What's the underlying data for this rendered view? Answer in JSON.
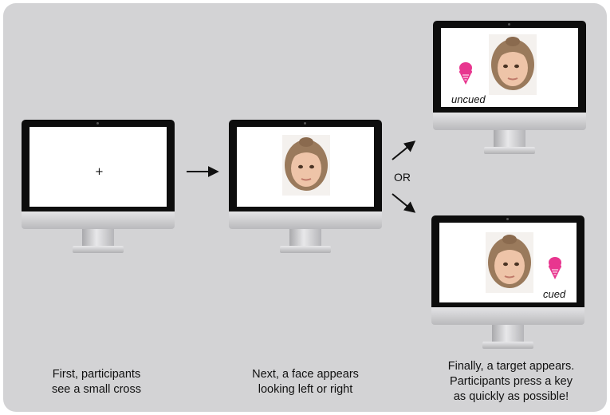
{
  "captions": {
    "step1_line1": "First, participants",
    "step1_line2": "see a small cross",
    "step2_line1": "Next, a face appears",
    "step2_line2": "looking left or right",
    "step3_line1": "Finally, a target appears.",
    "step3_line2": "Participants press a key",
    "step3_line3": "as quickly as possible!"
  },
  "screens": {
    "fixation_symbol": "+",
    "uncued_label": "uncued",
    "cued_label": "cued"
  },
  "or_label": "OR",
  "icons": {
    "target": "ice-cream-icon",
    "face": "child-face-icon",
    "arrow": "arrow-icon"
  },
  "colors": {
    "background": "#d3d3d5",
    "target": "#e8368f"
  }
}
